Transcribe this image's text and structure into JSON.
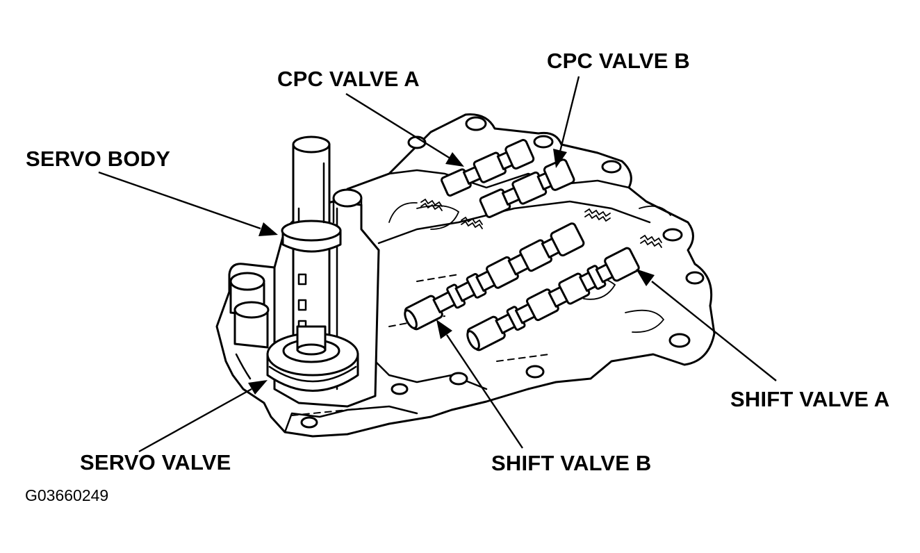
{
  "diagram": {
    "labels": {
      "cpc_valve_a": "CPC VALVE A",
      "cpc_valve_b": "CPC VALVE B",
      "servo_body": "SERVO BODY",
      "servo_valve": "SERVO VALVE",
      "shift_valve_a": "SHIFT VALVE A",
      "shift_valve_b": "SHIFT VALVE B"
    },
    "figure_code": "G03660249"
  }
}
